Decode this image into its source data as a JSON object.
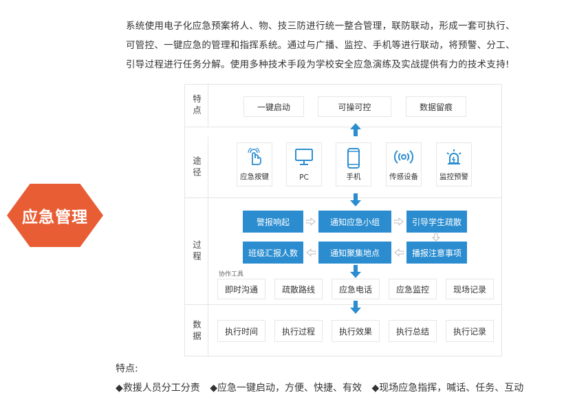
{
  "intro": {
    "line1": "系统使用电子化应急预案将人、物、技三防进行统一整合管理，联防联动，形成一套可执行、",
    "line2": "可管控、一键应急的管理和指挥系统。通过与广播、监控、手机等进行联动，将预警、分工、",
    "line3": "引导过程进行任务分解。使用多种技术手段为学校安全应急演练及实战提供有力的技术支持!"
  },
  "badge": {
    "label": "应急管理",
    "color": "#e85d34"
  },
  "accent_color": "#2b8dd0",
  "rows": {
    "features": {
      "label": "特点",
      "items": [
        "一键启动",
        "可操可控",
        "数据留痕"
      ]
    },
    "channels": {
      "label": "途径",
      "items": [
        {
          "label": "应急按键",
          "icon": "hand-press-icon"
        },
        {
          "label": "PC",
          "icon": "monitor-icon"
        },
        {
          "label": "手机",
          "icon": "phone-icon"
        },
        {
          "label": "传感设备",
          "icon": "sensor-icon"
        },
        {
          "label": "监控预警",
          "icon": "alarm-light-icon"
        }
      ]
    },
    "process": {
      "label": "过程",
      "steps_row1": [
        "警报响起",
        "通知应急小组",
        "引导学生疏散"
      ],
      "steps_row2": [
        "班级汇报人数",
        "通知聚集地点",
        "播报注意事项"
      ],
      "tools_label": "协作工具",
      "tools": [
        "即时沟通",
        "疏散路线",
        "应急电话",
        "应急监控",
        "现场记录"
      ]
    },
    "data": {
      "label": "数据",
      "items": [
        "执行时间",
        "执行过程",
        "执行效果",
        "执行总结",
        "执行记录"
      ]
    }
  },
  "features_section": {
    "title": "特点:",
    "items": [
      "◆救援人员分工分责",
      "◆应急一键启动，方便、快捷、有效",
      "◆现场应急指挥，喊话、任务、互动"
    ]
  }
}
